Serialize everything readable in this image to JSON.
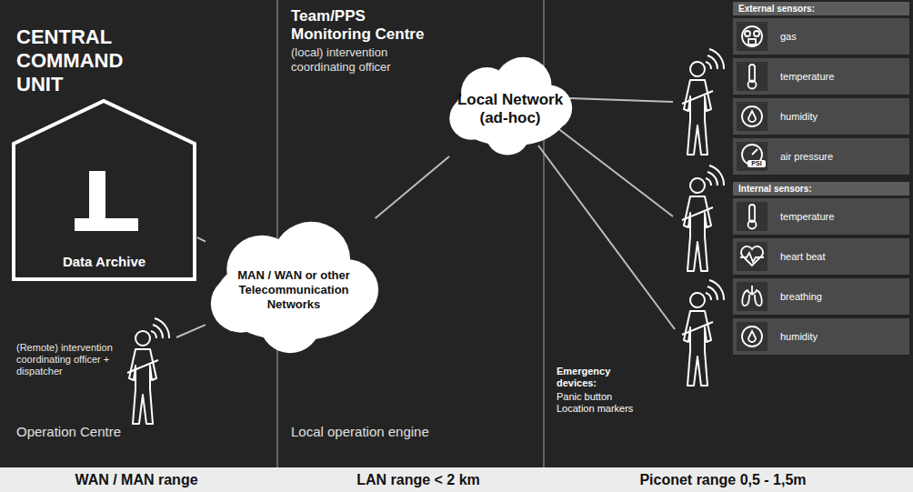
{
  "diagram": {
    "nodes": [
      {
        "text": [
          "Data Archive"
        ]
      },
      {
        "text": [
          "(Remote) intervention coordinating officer + dispatcher"
        ]
      },
      {
        "text": [
          "MAN / WAN or other Telecommunication Networks"
        ]
      },
      {
        "text": [
          "Local Network (ad-hoc)"
        ]
      },
      {
        "text": [
          "External sensors:"
        ]
      },
      {
        "text": [
          "gas"
        ],
        "in": 4
      },
      {
        "text": [
          "temperature"
        ],
        "in": 4
      },
      {
        "text": [
          "humidity"
        ],
        "in": 4
      },
      {
        "text": [
          "air pressure"
        ],
        "in": 4
      },
      {
        "text": [
          "Internal sensors:"
        ]
      },
      {
        "text": [
          "temperature"
        ],
        "in": 9
      },
      {
        "text": [
          "heart beat"
        ],
        "in": 9
      },
      {
        "text": [
          "breathing"
        ],
        "in": 9
      },
      {
        "text": [
          "humidity"
        ],
        "in": 9
      }
    ],
    "edges": [
      {
        "from": 0,
        "to": 2,
        "arrow": "none"
      },
      {
        "from": 1,
        "to": 2,
        "arrow": "none"
      },
      {
        "from": 2,
        "to": 3,
        "arrow": "none"
      }
    ],
    "labels": [
      "CENTRAL COMMAND UNIT",
      "Operation Centre",
      "Team/PPS Monitoring Centre",
      "(local) intervention coordinating officer",
      "Local operation engine",
      "PSI",
      "Emergency devices:",
      "Panic button Location markers",
      "WAN / MAN range",
      "LAN range < 2 km",
      "Piconet range 0,5 - 1,5m"
    ]
  }
}
